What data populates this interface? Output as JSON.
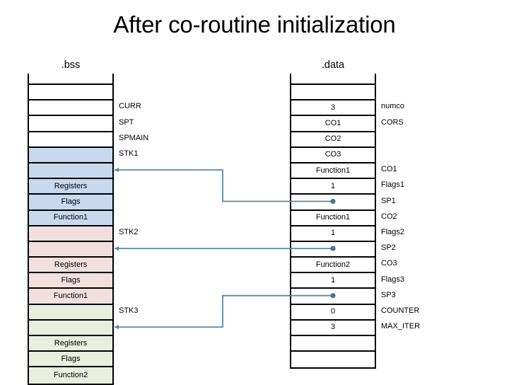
{
  "slide": {
    "title": "After co-routine initialization"
  },
  "sections": {
    "bss": {
      "caption": ".bss"
    },
    "data": {
      "caption": ".data"
    }
  },
  "colors": {
    "fill_white": "#ffffff",
    "fill_blue": "#c6d9ef",
    "fill_pink": "#f2e0e0",
    "fill_green": "#eaeedd",
    "border": "#000000",
    "connector": "#5b87a8",
    "text": "#000000"
  },
  "bss_table": {
    "rows": [
      {
        "value": "",
        "fill": "white",
        "label": ""
      },
      {
        "value": "",
        "fill": "white",
        "label": "CURR"
      },
      {
        "value": "",
        "fill": "white",
        "label": "SPT"
      },
      {
        "value": "",
        "fill": "white",
        "label": "SPMAIN"
      },
      {
        "value": "",
        "fill": "blue",
        "label": "STK1"
      },
      {
        "value": "",
        "fill": "blue",
        "label": ""
      },
      {
        "value": "Registers",
        "fill": "blue",
        "label": ""
      },
      {
        "value": "Flags",
        "fill": "blue",
        "label": ""
      },
      {
        "value": "Function1",
        "fill": "blue",
        "label": ""
      },
      {
        "value": "",
        "fill": "pink",
        "label": "STK2"
      },
      {
        "value": "",
        "fill": "pink",
        "label": ""
      },
      {
        "value": "Registers",
        "fill": "pink",
        "label": ""
      },
      {
        "value": "Flags",
        "fill": "pink",
        "label": ""
      },
      {
        "value": "Function1",
        "fill": "pink",
        "label": ""
      },
      {
        "value": "",
        "fill": "green",
        "label": "STK3"
      },
      {
        "value": "",
        "fill": "green",
        "label": ""
      },
      {
        "value": "Registers",
        "fill": "green",
        "label": ""
      },
      {
        "value": "Flags",
        "fill": "green",
        "label": ""
      },
      {
        "value": "Function2",
        "fill": "green",
        "label": ""
      }
    ]
  },
  "data_table": {
    "rows": [
      {
        "value": "",
        "fill": "white",
        "label": "",
        "pointer": false
      },
      {
        "value": "3",
        "fill": "white",
        "label": "numco",
        "pointer": false
      },
      {
        "value": "CO1",
        "fill": "white",
        "label": "CORS",
        "pointer": false
      },
      {
        "value": "CO2",
        "fill": "white",
        "label": "",
        "pointer": false
      },
      {
        "value": "CO3",
        "fill": "white",
        "label": "",
        "pointer": false
      },
      {
        "value": "Function1",
        "fill": "white",
        "label": "CO1",
        "pointer": false
      },
      {
        "value": "1",
        "fill": "white",
        "label": "Flags1",
        "pointer": false
      },
      {
        "value": "",
        "fill": "white",
        "label": "SP1",
        "pointer": true
      },
      {
        "value": "Function1",
        "fill": "white",
        "label": "CO2",
        "pointer": false
      },
      {
        "value": "1",
        "fill": "white",
        "label": "Flags2",
        "pointer": false
      },
      {
        "value": "",
        "fill": "white",
        "label": "SP2",
        "pointer": true
      },
      {
        "value": "Function2",
        "fill": "white",
        "label": "CO3",
        "pointer": false
      },
      {
        "value": "1",
        "fill": "white",
        "label": "Flags3",
        "pointer": false
      },
      {
        "value": "",
        "fill": "white",
        "label": "SP3",
        "pointer": true
      },
      {
        "value": "0",
        "fill": "white",
        "label": "COUNTER",
        "pointer": false
      },
      {
        "value": "3",
        "fill": "white",
        "label": "MAX_ITER",
        "pointer": false
      },
      {
        "value": "",
        "fill": "white",
        "label": "",
        "pointer": false
      },
      {
        "value": "",
        "fill": "white",
        "label": "",
        "pointer": false
      }
    ]
  },
  "connectors": [
    {
      "name": "sp1-to-stk1-top",
      "from_label": "SP1",
      "to_stack": "STK1"
    },
    {
      "name": "sp2-to-stk2-top",
      "from_label": "SP2",
      "to_stack": "STK2"
    },
    {
      "name": "sp3-to-stk3-top",
      "from_label": "SP3",
      "to_stack": "STK3"
    }
  ]
}
